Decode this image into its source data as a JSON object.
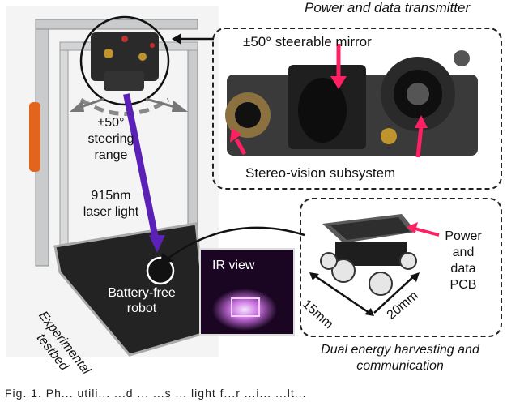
{
  "labels": {
    "power_data_tx": "Power and data transmitter",
    "mirror": "±50° steerable mirror",
    "stereo": "Stereo-vision subsystem",
    "steering_range": "±50°\nsteering\nrange",
    "laser": "915nm\nlaser light",
    "battery_free": "Battery-free\nrobot",
    "testbed": "Experimental\ntestbed",
    "ir_view": "IR view",
    "pcb": "Power\nand\ndata\nPCB",
    "dim_15": "15mm",
    "dim_20": "20mm",
    "dual_energy": "Dual energy harvesting and\ncommunication",
    "fig_caption": "Fig. 1. Ph... utili... ...d ... ...s ... light f...r ...i... ...lt..."
  },
  "colors": {
    "laser": "#5b21b6",
    "callout_arrow": "#ff1f63",
    "steer_arrow": "#777777",
    "ir_glow": "#e9b8ff"
  }
}
